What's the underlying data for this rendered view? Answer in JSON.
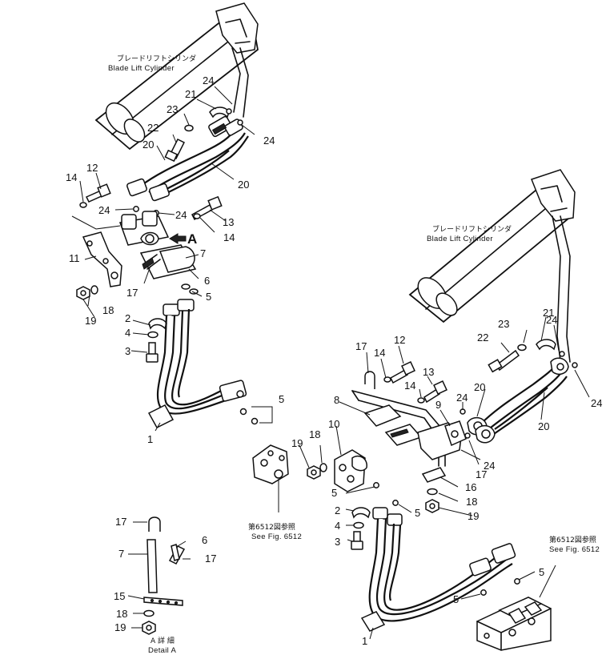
{
  "captions": {
    "cyl_left_jp": "ブレードリフトシリンダ",
    "cyl_left_en": "Blade  Lift  Cylinder",
    "cyl_right_jp": "ブレードリフトシリンダ",
    "cyl_right_en": "Blade  Lift  Cylinder",
    "see_left_jp": "第6512図参照",
    "see_left_en": "See  Fig. 6512",
    "see_right_jp": "第6512図参照",
    "see_right_en": "See  Fig. 6512",
    "detail_jp": "A  詳  細",
    "detail_en": "Detail  A",
    "detail_marker": "A"
  },
  "callouts_left": [
    {
      "id": "c24a",
      "label": "24"
    },
    {
      "id": "c21a",
      "label": "21"
    },
    {
      "id": "c23a",
      "label": "23"
    },
    {
      "id": "c22a",
      "label": "22"
    },
    {
      "id": "c20a",
      "label": "20"
    },
    {
      "id": "c24b",
      "label": "24"
    },
    {
      "id": "c20b",
      "label": "20"
    },
    {
      "id": "c14a",
      "label": "14"
    },
    {
      "id": "c12a",
      "label": "12"
    },
    {
      "id": "c24c",
      "label": "24"
    },
    {
      "id": "c24d",
      "label": "24"
    },
    {
      "id": "c13a",
      "label": "13"
    },
    {
      "id": "c14b",
      "label": "14"
    },
    {
      "id": "c11a",
      "label": "11"
    },
    {
      "id": "c7a",
      "label": "7"
    },
    {
      "id": "c6a",
      "label": "6"
    },
    {
      "id": "c17a",
      "label": "17"
    },
    {
      "id": "c5a",
      "label": "5"
    },
    {
      "id": "c18a",
      "label": "18"
    },
    {
      "id": "c19a",
      "label": "19"
    },
    {
      "id": "c2a",
      "label": "2"
    },
    {
      "id": "c4a",
      "label": "4"
    },
    {
      "id": "c3a",
      "label": "3"
    },
    {
      "id": "c5b",
      "label": "5"
    },
    {
      "id": "c1a",
      "label": "1"
    }
  ],
  "callouts_detail": [
    {
      "id": "d17a",
      "label": "17"
    },
    {
      "id": "d6",
      "label": "6"
    },
    {
      "id": "d17b",
      "label": "17"
    },
    {
      "id": "d7",
      "label": "7"
    },
    {
      "id": "d15",
      "label": "15"
    },
    {
      "id": "d18",
      "label": "18"
    },
    {
      "id": "d19",
      "label": "19"
    }
  ],
  "callouts_right": [
    {
      "id": "r21",
      "label": "21"
    },
    {
      "id": "r24a",
      "label": "24"
    },
    {
      "id": "r22",
      "label": "22"
    },
    {
      "id": "r23",
      "label": "23"
    },
    {
      "id": "r17a",
      "label": "17"
    },
    {
      "id": "r12",
      "label": "12"
    },
    {
      "id": "r14a",
      "label": "14"
    },
    {
      "id": "r13",
      "label": "13"
    },
    {
      "id": "r14b",
      "label": "14"
    },
    {
      "id": "r20a",
      "label": "20"
    },
    {
      "id": "r24b",
      "label": "24"
    },
    {
      "id": "r24c",
      "label": "24"
    },
    {
      "id": "r20b",
      "label": "20"
    },
    {
      "id": "r8",
      "label": "8"
    },
    {
      "id": "r9",
      "label": "9"
    },
    {
      "id": "r10",
      "label": "10"
    },
    {
      "id": "r19a",
      "label": "19"
    },
    {
      "id": "r18a",
      "label": "18"
    },
    {
      "id": "r24d",
      "label": "24"
    },
    {
      "id": "r17b",
      "label": "17"
    },
    {
      "id": "r16",
      "label": "16"
    },
    {
      "id": "r5a",
      "label": "5"
    },
    {
      "id": "r18b",
      "label": "18"
    },
    {
      "id": "r2",
      "label": "2"
    },
    {
      "id": "r5b",
      "label": "5"
    },
    {
      "id": "r19b",
      "label": "19"
    },
    {
      "id": "r4",
      "label": "4"
    },
    {
      "id": "r3",
      "label": "3"
    },
    {
      "id": "r5c",
      "label": "5"
    },
    {
      "id": "r5d",
      "label": "5"
    },
    {
      "id": "r1",
      "label": "1"
    }
  ]
}
